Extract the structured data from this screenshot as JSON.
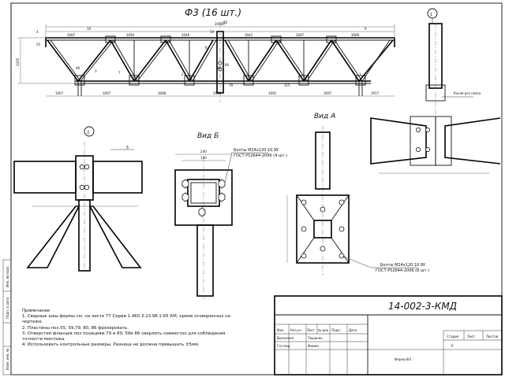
{
  "drawing": {
    "main_title": "Ф3 (16 шт.)",
    "view_b_title": "Вид Б",
    "view_a_title": "Вид А",
    "detail_1": "1",
    "detail_2": "2"
  },
  "truss_labels": {
    "span": "20000",
    "height": "2205",
    "positions": [
      "10",
      "9",
      "55",
      "4",
      "59",
      "86",
      "8",
      "48",
      "7",
      "3",
      "2",
      "115",
      "1",
      "79",
      "48",
      "80"
    ],
    "bottom_dims": [
      "1907",
      "3097",
      "3088",
      "2000",
      "3095",
      "3097",
      "1917"
    ],
    "top_dims": [
      "3087",
      "3094",
      "3049",
      "3042",
      "3087",
      "3089"
    ]
  },
  "bolts_b": {
    "line1": "Болты М24х120 10.9У",
    "line2": "ГОСТ Р52644-2006 (4 шт.)"
  },
  "bolts_a": {
    "line1": "Болты М24х120 10.9У",
    "line2": "ГОСТ Р52644-2006 (8 шт.)"
  },
  "detail1_note": "Косой рез пояса",
  "weld_mark": "5",
  "notes": {
    "heading": "Примечание",
    "items": [
      "1. Сварные швы фермы см. на листе 77 Серии 1.460.3-23.98.1-65 КМ, кроме оговоренных на",
      "чертеже.",
      "2. Пластины поз.55, 59,79, 80, 86 фрезеровать.",
      "3. Отверстия фланцев поз позициям 79 и 80; 59и 86 сверлить совместно для соблюдения",
      "точности монтажа.",
      "4. Использовать контрольные размеры. Разница не должна превышать ±5мм."
    ]
  },
  "title_block": {
    "doc_code": "14-002-3-КМД",
    "headers": [
      "Изм",
      "Кол.уч",
      "Лист",
      "№ док",
      "Подп.",
      "Дата"
    ],
    "row_vypolnil": "Выполнил",
    "row_glspec": "Гл.спец.",
    "name1": "Тишанко",
    "name2": "Фомин",
    "stadia": "Стадия",
    "list": "Лист",
    "listov": "Листов",
    "stadia_val": "Р",
    "sheet_name": "Ферма Ф3"
  },
  "side_stamp": {
    "a": "Инв. № подл.",
    "b": "Подп. и дата",
    "c": "Взам. инв. №"
  }
}
